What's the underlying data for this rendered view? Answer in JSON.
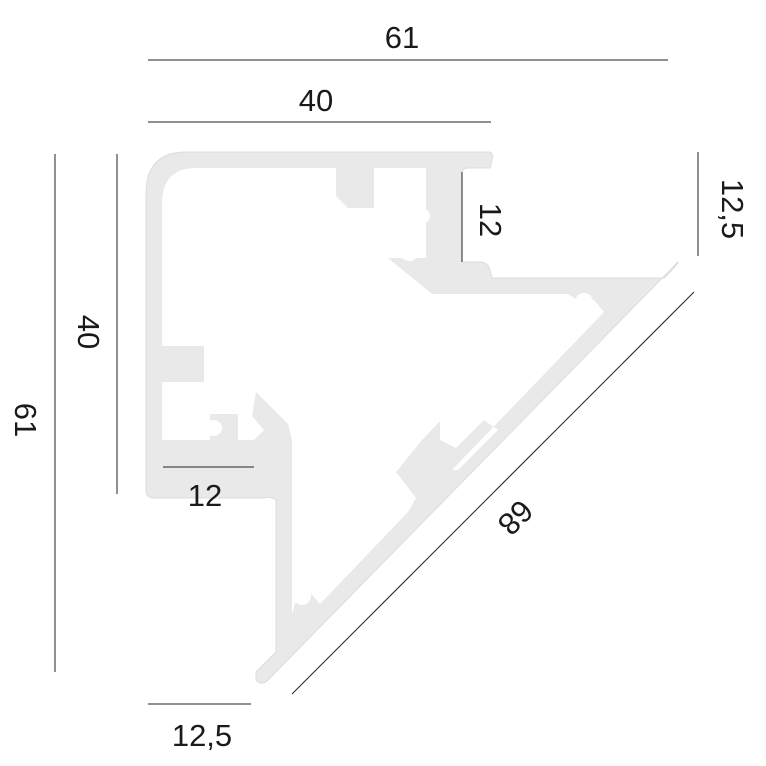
{
  "colors": {
    "profile_fill": "#e9e9e9",
    "profile_edge": "#dcdcdc",
    "dimension_line": "#222222",
    "text": "#1a1a1a",
    "background": "#ffffff"
  },
  "dimensions": {
    "top_overall_width": "61",
    "top_inner_width": "40",
    "channel_depth_top": "12",
    "right_flange_height": "12,5",
    "left_inner_height": "40",
    "left_overall_height": "61",
    "channel_depth_bottom": "12",
    "diagonal_length": "68",
    "bottom_flange_width": "12,5"
  }
}
